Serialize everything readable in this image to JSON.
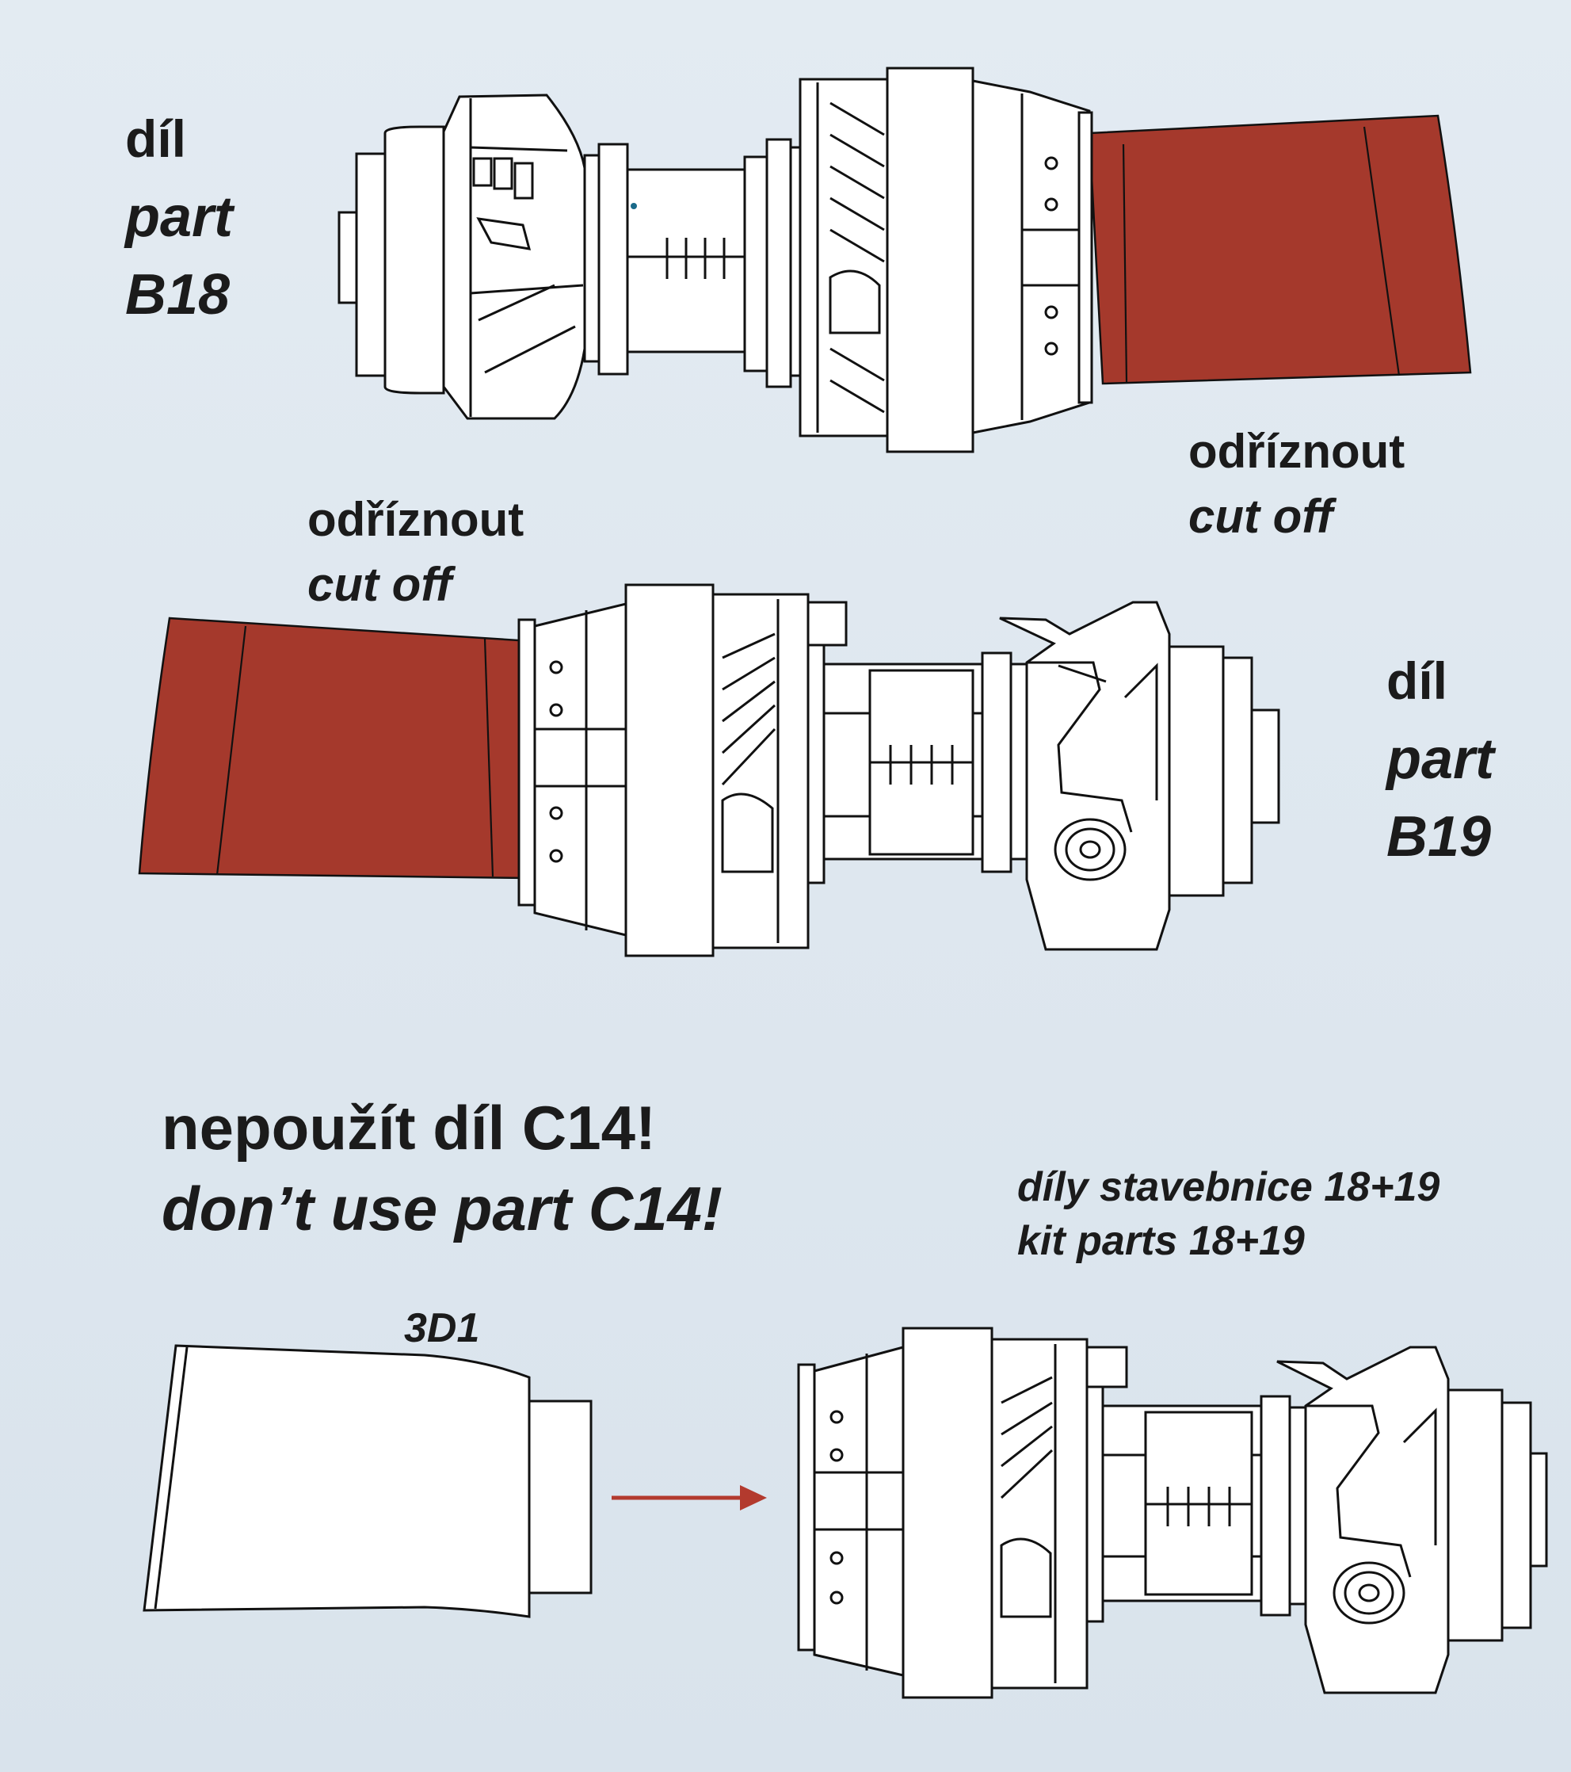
{
  "colors": {
    "background": "#dde6ee",
    "cut_fill": "#a5392c",
    "arrow": "#b33a2e",
    "linework": "#111111"
  },
  "labels": {
    "b18": {
      "dil": "díl",
      "part": "part",
      "code": "B18"
    },
    "b19": {
      "dil": "díl",
      "part": "part",
      "code": "B19"
    },
    "cut_right": {
      "cz": "odříznout",
      "en": "cut off"
    },
    "cut_left": {
      "cz": "odříznout",
      "en": "cut off"
    },
    "warning": {
      "cz": "nepoužít díl C14!",
      "en": "don’t use part C14!"
    },
    "kit": {
      "cz": "díly stavebnice 18+19",
      "en": "kit parts 18+19"
    },
    "part_3d": "3D1"
  },
  "icons": {
    "arrow": "arrow-right-icon"
  }
}
